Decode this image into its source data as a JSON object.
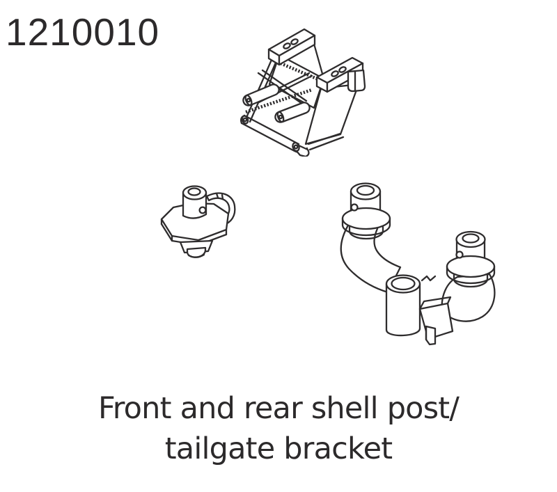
{
  "page": {
    "background_color": "#ffffff",
    "ink_color": "#2c2a2b"
  },
  "header": {
    "part_number": "1210010"
  },
  "caption": {
    "line1": "Front and rear shell post/",
    "line2": "tailgate bracket"
  },
  "figures": [
    {
      "name": "tailgate-bracket-drawing"
    },
    {
      "name": "shell-post-drawing"
    },
    {
      "name": "shell-post-pair-bracket-drawing"
    }
  ]
}
